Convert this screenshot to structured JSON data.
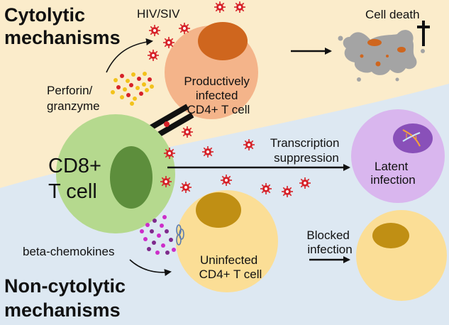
{
  "headings": {
    "cytolytic": [
      "Cytolytic",
      "mechanisms"
    ],
    "non_cytolytic": [
      "Non-cytolytic",
      "mechanisms"
    ]
  },
  "labels": {
    "virus": "HIV/SIV",
    "cell_death": "Cell death",
    "perforin": [
      "Perforin/",
      "granzyme"
    ],
    "cd8": [
      "CD8+",
      "T cell"
    ],
    "productive": [
      "Productively",
      "infected",
      "CD4+ T cell"
    ],
    "transcription": [
      "Transcription",
      "suppression"
    ],
    "latent": [
      "Latent",
      "infection"
    ],
    "chemokines": "beta-chemokines",
    "uninfected": [
      "Uninfected",
      "CD4+ T cell"
    ],
    "blocked": [
      "Blocked",
      "infection"
    ]
  },
  "colors": {
    "cytolytic_bg": "#fbeccb",
    "non_cytolytic_bg": "#dde8f2",
    "cd8_cell": "#b5d98e",
    "cd8_nucleus": "#5d8e3c",
    "infected_cell": "#f4b48a",
    "infected_nucleus": "#cf661e",
    "uninfected_cell": "#fbde96",
    "uninfected_nucleus": "#c08f14",
    "latent_cell": "#d9b6ee",
    "latent_nucleus": "#8950b9",
    "dead_cell": "#a4a4a4",
    "virus": "#d62128"
  },
  "icons": [
    "dagger-icon",
    "virus-icon",
    "dna-icon",
    "tcr-synapse-icon"
  ]
}
